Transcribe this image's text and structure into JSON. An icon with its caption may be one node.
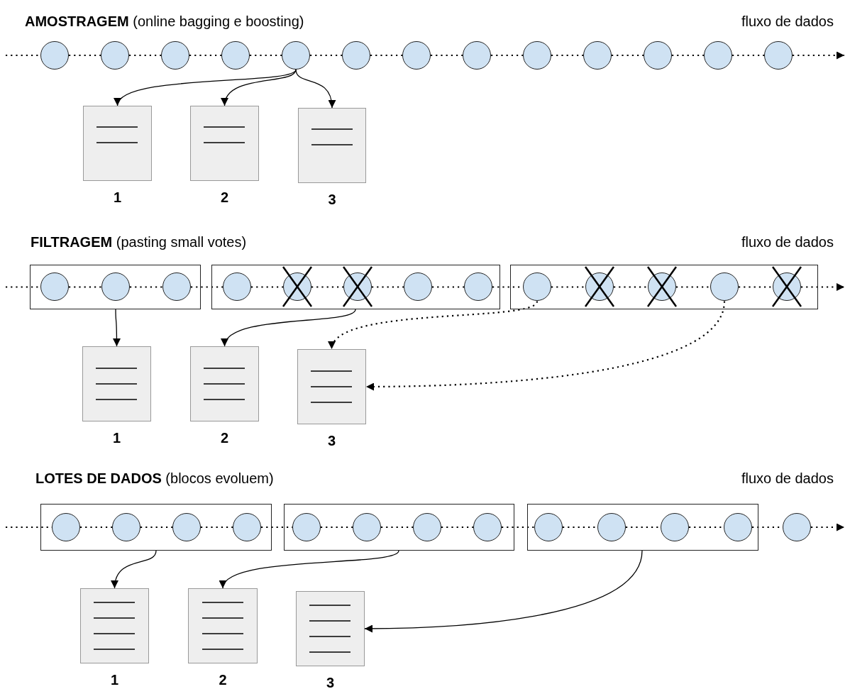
{
  "diagram": {
    "nodes": [
      {
        "text": [],
        "shape": "circle"
      },
      {
        "text": [],
        "shape": "circle"
      },
      {
        "text": [],
        "shape": "circle"
      },
      {
        "text": [],
        "shape": "circle"
      },
      {
        "text": [],
        "shape": "circle"
      },
      {
        "text": [],
        "shape": "circle"
      },
      {
        "text": [],
        "shape": "circle"
      },
      {
        "text": [],
        "shape": "circle"
      },
      {
        "text": [],
        "shape": "circle"
      },
      {
        "text": [],
        "shape": "circle"
      },
      {
        "text": [],
        "shape": "circle"
      },
      {
        "text": [],
        "shape": "circle"
      },
      {
        "text": [],
        "shape": "circle"
      },
      {
        "text": [],
        "shape": "box",
        "beside": [
          "1"
        ]
      },
      {
        "text": [],
        "shape": "box",
        "beside": [
          "2"
        ]
      },
      {
        "text": [],
        "shape": "box",
        "beside": [
          "3"
        ]
      },
      {
        "text": [],
        "shape": "box"
      },
      {
        "text": [],
        "shape": "circle",
        "in": 16
      },
      {
        "text": [],
        "shape": "circle",
        "in": 16
      },
      {
        "text": [],
        "shape": "circle",
        "in": 16
      },
      {
        "text": [],
        "shape": "box"
      },
      {
        "text": [],
        "shape": "circle",
        "in": 20
      },
      {
        "text": [],
        "shape": "circle",
        "in": 20
      },
      {
        "text": [],
        "shape": "circle",
        "in": 20
      },
      {
        "text": [],
        "shape": "circle",
        "in": 20
      },
      {
        "text": [],
        "shape": "circle",
        "in": 20
      },
      {
        "text": [],
        "shape": "box"
      },
      {
        "text": [],
        "shape": "circle",
        "in": 26
      },
      {
        "text": [],
        "shape": "circle",
        "in": 26
      },
      {
        "text": [],
        "shape": "circle",
        "in": 26
      },
      {
        "text": [],
        "shape": "circle",
        "in": 26
      },
      {
        "text": [],
        "shape": "circle",
        "in": 26
      },
      {
        "text": [],
        "shape": "box",
        "beside": [
          "1"
        ]
      },
      {
        "text": [],
        "shape": "box",
        "beside": [
          "2"
        ]
      },
      {
        "text": [],
        "shape": "box",
        "beside": [
          "3"
        ]
      },
      {
        "text": [],
        "shape": "box"
      },
      {
        "text": [],
        "shape": "circle",
        "in": 35
      },
      {
        "text": [],
        "shape": "circle",
        "in": 35
      },
      {
        "text": [],
        "shape": "circle",
        "in": 35
      },
      {
        "text": [],
        "shape": "circle",
        "in": 35
      },
      {
        "text": [],
        "shape": "box"
      },
      {
        "text": [],
        "shape": "circle",
        "in": 40
      },
      {
        "text": [],
        "shape": "circle",
        "in": 40
      },
      {
        "text": [],
        "shape": "circle",
        "in": 40
      },
      {
        "text": [],
        "shape": "circle",
        "in": 40
      },
      {
        "text": [],
        "shape": "box"
      },
      {
        "text": [],
        "shape": "circle",
        "in": 45
      },
      {
        "text": [],
        "shape": "circle",
        "in": 45
      },
      {
        "text": [],
        "shape": "circle",
        "in": 45
      },
      {
        "text": [],
        "shape": "circle",
        "in": 45
      },
      {
        "text": [],
        "shape": "circle"
      },
      {
        "text": [],
        "shape": "box",
        "beside": [
          "1"
        ]
      },
      {
        "text": [],
        "shape": "box",
        "beside": [
          "2"
        ]
      },
      {
        "text": [],
        "shape": "box",
        "beside": [
          "3"
        ]
      }
    ],
    "edges": [
      {
        "from": null,
        "to": 0,
        "arrow": "none",
        "style": "dashed"
      },
      {
        "from": 0,
        "to": 1,
        "arrow": "none",
        "style": "dashed"
      },
      {
        "from": 1,
        "to": 2,
        "arrow": "none",
        "style": "dashed"
      },
      {
        "from": 2,
        "to": 3,
        "arrow": "none",
        "style": "dashed"
      },
      {
        "from": 3,
        "to": 4,
        "arrow": "none",
        "style": "dashed"
      },
      {
        "from": 4,
        "to": 5,
        "arrow": "none",
        "style": "dashed"
      },
      {
        "from": 5,
        "to": 6,
        "arrow": "none",
        "style": "dashed"
      },
      {
        "from": 6,
        "to": 7,
        "arrow": "none",
        "style": "dashed"
      },
      {
        "from": 7,
        "to": 8,
        "arrow": "none",
        "style": "dashed"
      },
      {
        "from": 8,
        "to": 9,
        "arrow": "none",
        "style": "dashed"
      },
      {
        "from": 9,
        "to": 10,
        "arrow": "none",
        "style": "dashed"
      },
      {
        "from": 10,
        "to": 11,
        "arrow": "none",
        "style": "dashed"
      },
      {
        "from": 11,
        "to": 12,
        "arrow": "none",
        "style": "dashed"
      },
      {
        "from": 12,
        "to": null,
        "arrow": "to",
        "style": "dashed"
      },
      {
        "from": 4,
        "to": 13,
        "arrow": "to"
      },
      {
        "from": 4,
        "to": 14,
        "arrow": "to"
      },
      {
        "from": 4,
        "to": 15,
        "arrow": "to"
      },
      {
        "from": null,
        "to": 17,
        "arrow": "none",
        "style": "dashed"
      },
      {
        "from": 17,
        "to": 18,
        "arrow": "none",
        "style": "dashed"
      },
      {
        "from": 18,
        "to": 19,
        "arrow": "none",
        "style": "dashed"
      },
      {
        "from": 19,
        "to": 21,
        "arrow": "none",
        "style": "dashed"
      },
      {
        "from": 21,
        "to": 22,
        "arrow": "none",
        "style": "dashed"
      },
      {
        "from": 22,
        "to": 23,
        "arrow": "none",
        "style": "dashed"
      },
      {
        "from": 23,
        "to": 24,
        "arrow": "none",
        "style": "dashed"
      },
      {
        "from": 24,
        "to": 25,
        "arrow": "none",
        "style": "dashed"
      },
      {
        "from": 25,
        "to": 27,
        "arrow": "none",
        "style": "dashed"
      },
      {
        "from": 27,
        "to": 28,
        "arrow": "none",
        "style": "dashed"
      },
      {
        "from": 28,
        "to": 29,
        "arrow": "none",
        "style": "dashed"
      },
      {
        "from": 29,
        "to": 30,
        "arrow": "none",
        "style": "dashed"
      },
      {
        "from": 30,
        "to": 31,
        "arrow": "none",
        "style": "dashed"
      },
      {
        "from": 31,
        "to": null,
        "arrow": "to",
        "style": "dashed"
      },
      {
        "from": 16,
        "to": 32,
        "arrow": "to"
      },
      {
        "from": 20,
        "to": 33,
        "arrow": "to"
      },
      {
        "from": 27,
        "to": 34,
        "arrow": "to",
        "style": "dashed"
      },
      {
        "from": 30,
        "to": 34,
        "arrow": "to",
        "style": "dashed"
      },
      {
        "from": null,
        "to": 36,
        "arrow": "none",
        "style": "dashed"
      },
      {
        "from": 36,
        "to": 37,
        "arrow": "none",
        "style": "dashed"
      },
      {
        "from": 37,
        "to": 38,
        "arrow": "none",
        "style": "dashed"
      },
      {
        "from": 38,
        "to": 39,
        "arrow": "none",
        "style": "dashed"
      },
      {
        "from": 39,
        "to": 41,
        "arrow": "none",
        "style": "dashed"
      },
      {
        "from": 41,
        "to": 42,
        "arrow": "none",
        "style": "dashed"
      },
      {
        "from": 42,
        "to": 43,
        "arrow": "none",
        "style": "dashed"
      },
      {
        "from": 43,
        "to": 44,
        "arrow": "none",
        "style": "dashed"
      },
      {
        "from": 44,
        "to": 46,
        "arrow": "none",
        "style": "dashed"
      },
      {
        "from": 46,
        "to": 47,
        "arrow": "none",
        "style": "dashed"
      },
      {
        "from": 47,
        "to": 48,
        "arrow": "none",
        "style": "dashed"
      },
      {
        "from": 48,
        "to": 49,
        "arrow": "none",
        "style": "dashed"
      },
      {
        "from": 49,
        "to": 50,
        "arrow": "none",
        "style": "dashed"
      },
      {
        "from": 50,
        "to": null,
        "arrow": "to",
        "style": "dashed"
      },
      {
        "from": 35,
        "to": 51,
        "arrow": "to"
      },
      {
        "from": 40,
        "to": 52,
        "arrow": "to"
      },
      {
        "from": 45,
        "to": 53,
        "arrow": "to"
      }
    ],
    "labels": [
      "**AMOSTRAGEM** (online bagging e boosting)",
      "fluxo de dados",
      "**FILTRAGEM** (pasting small votes)",
      "fluxo de dados",
      "**LOTES DE DADOS** (blocos evoluem)",
      "fluxo de dados"
    ]
  }
}
